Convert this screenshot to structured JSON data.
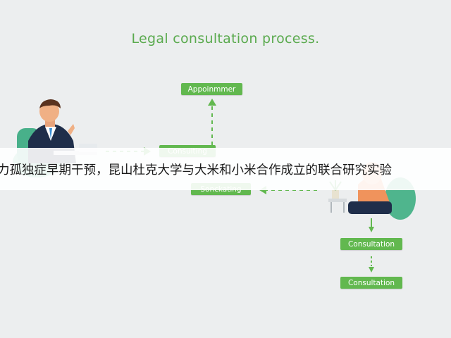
{
  "title": "Legal consultation process.",
  "nodes": {
    "appointment": "Appoinmmer",
    "consulting": "Consulting",
    "concluding": "Sonckating",
    "consultation_1": "Consultation",
    "consultation_2": "Consultation"
  },
  "overlay_banner": "力孤独症早期干预，昆山杜克大学与大米和小米合作成立的联合研究实验",
  "colors": {
    "accent_green": "#62b84f",
    "title_green": "#5aaa4e",
    "background": "#eceeef"
  }
}
